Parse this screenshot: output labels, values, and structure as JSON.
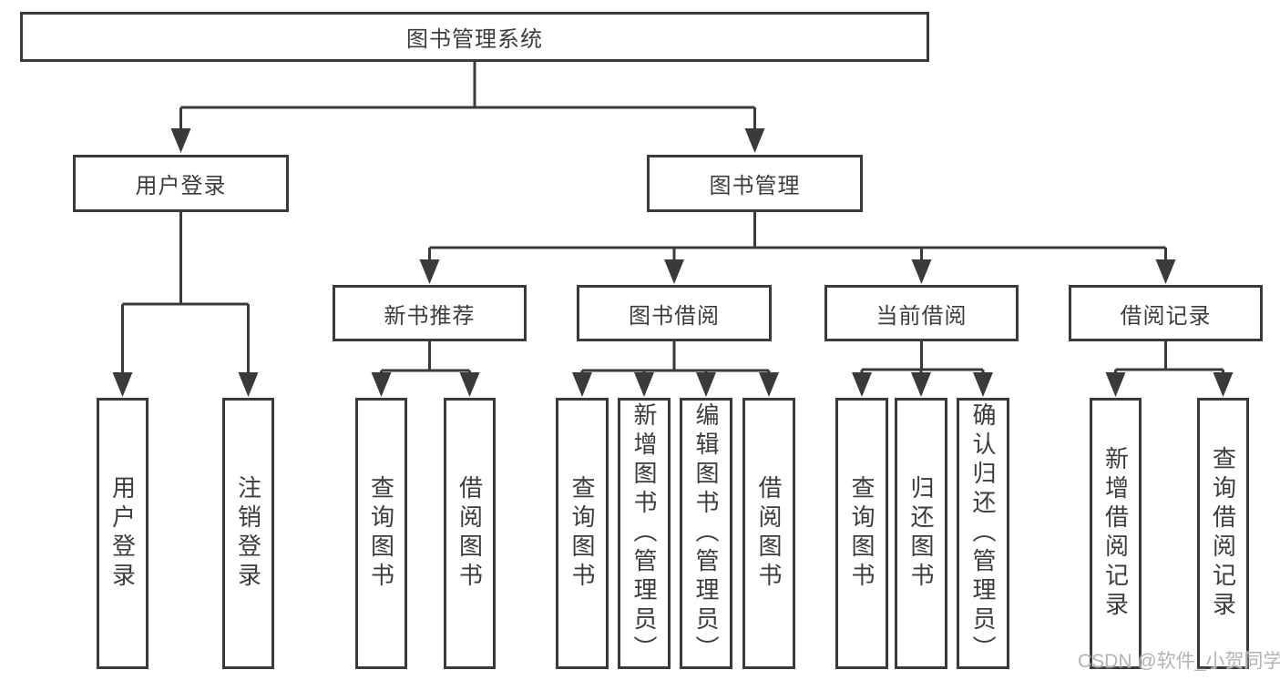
{
  "tree": {
    "root": "图书管理系统",
    "branches": [
      {
        "label": "用户登录",
        "children": [
          "用户登录",
          "注销登录"
        ]
      },
      {
        "label": "图书管理",
        "groups": [
          {
            "label": "新书推荐",
            "children": [
              "查询图书",
              "借阅图书"
            ]
          },
          {
            "label": "图书借阅",
            "children": [
              "查询图书",
              "新增图书（管理员）",
              "编辑图书（管理员）",
              "借阅图书"
            ]
          },
          {
            "label": "当前借阅",
            "children": [
              "查询图书",
              "归还图书",
              "确认归还（管理员）"
            ]
          },
          {
            "label": "借阅记录",
            "children": [
              "新增借阅记录",
              "查询借阅记录"
            ]
          }
        ]
      }
    ]
  },
  "watermark": {
    "text": "CSDN @软件_小贺同学"
  },
  "colors": {
    "line": "#3a3a3a",
    "box_border": "#3a3a3a",
    "text": "#3c3c3c",
    "watermark": "#b3b3b3",
    "background": "#ffffff"
  }
}
